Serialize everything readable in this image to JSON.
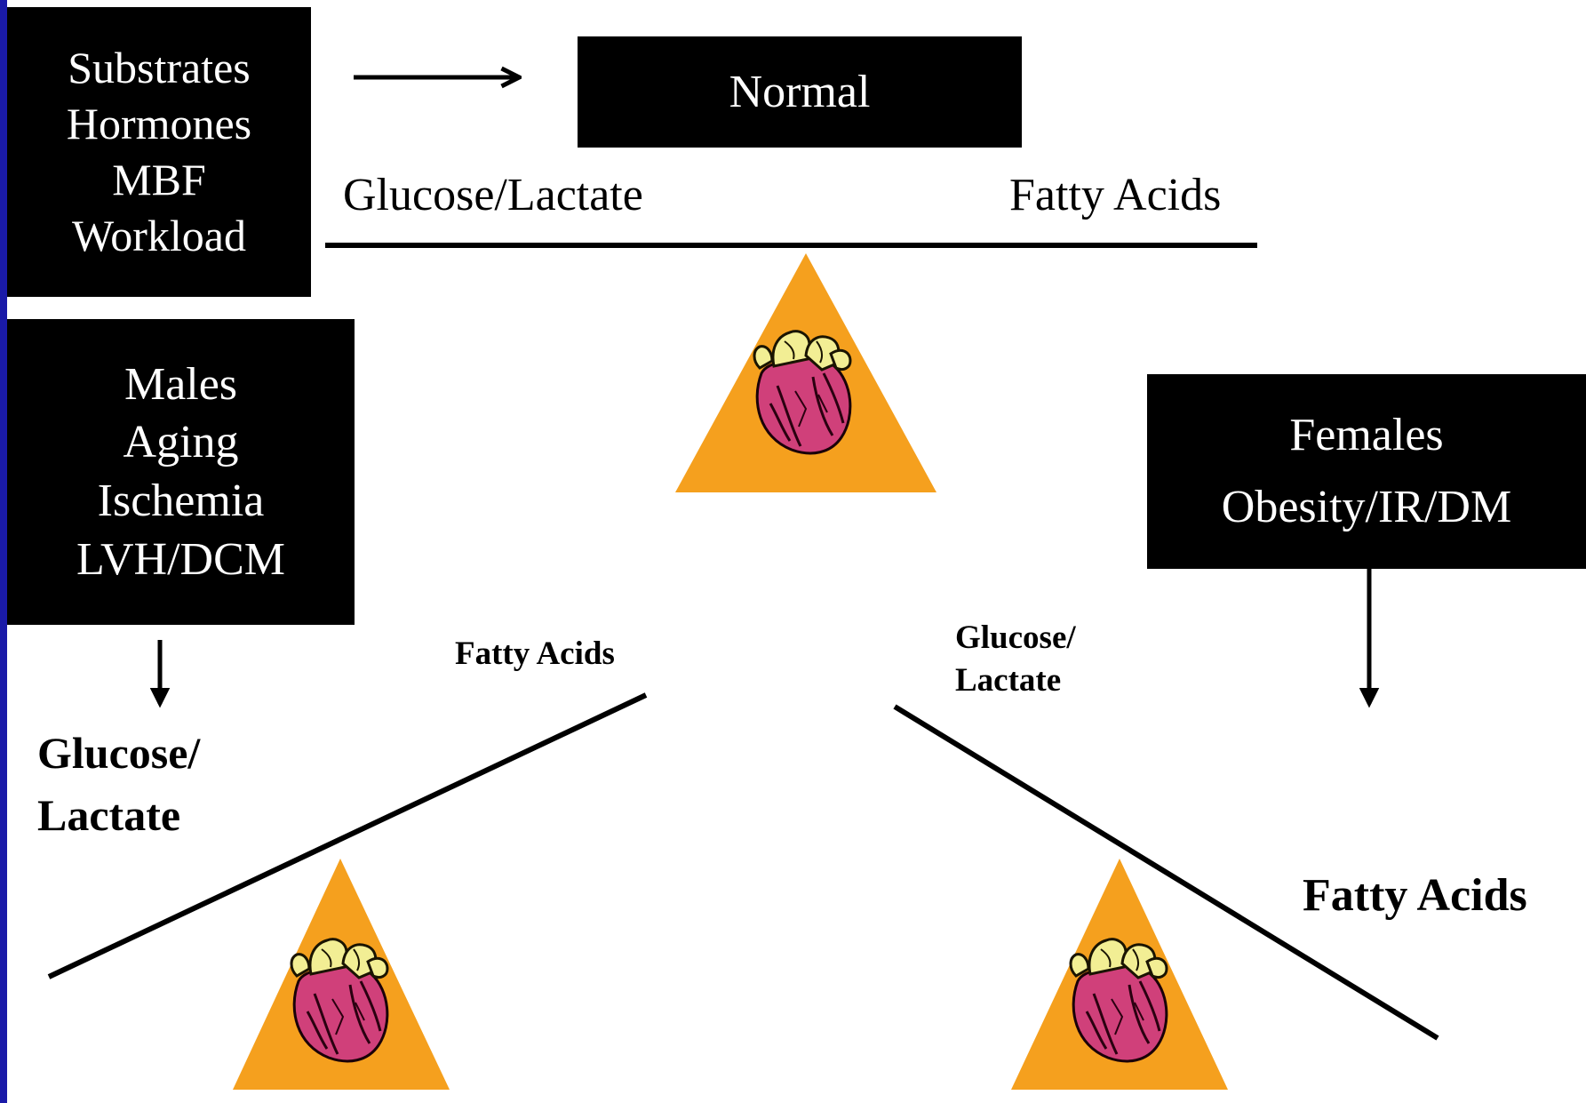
{
  "top_left_box": {
    "lines": [
      "Substrates",
      "Hormones",
      "MBF",
      "Workload"
    ]
  },
  "normal_box": {
    "label": "Normal"
  },
  "balance_top": {
    "left_label": "Glucose/Lactate",
    "right_label": "Fatty Acids"
  },
  "males_box": {
    "lines": [
      "Males",
      "Aging",
      "Ischemia",
      "LVH/DCM"
    ]
  },
  "females_box": {
    "lines": [
      "Females",
      "Obesity/IR/DM"
    ]
  },
  "left_tilt": {
    "beam_label": "Fatty Acids",
    "result_line1": "Glucose/",
    "result_line2": "Lactate"
  },
  "right_tilt": {
    "beam_label_line1": "Glucose/",
    "beam_label_line2": "Lactate",
    "result_label": "Fatty Acids"
  },
  "colors": {
    "fulcrum": "#f5a01e",
    "heart_body": "#d0407a",
    "heart_vessels": "#f2ee94",
    "box_fill": "#000000",
    "edge": "#1a1aa8"
  },
  "icons": [
    "heart-icon",
    "triangle-fulcrum",
    "arrow-right-icon",
    "arrow-down-icon"
  ]
}
